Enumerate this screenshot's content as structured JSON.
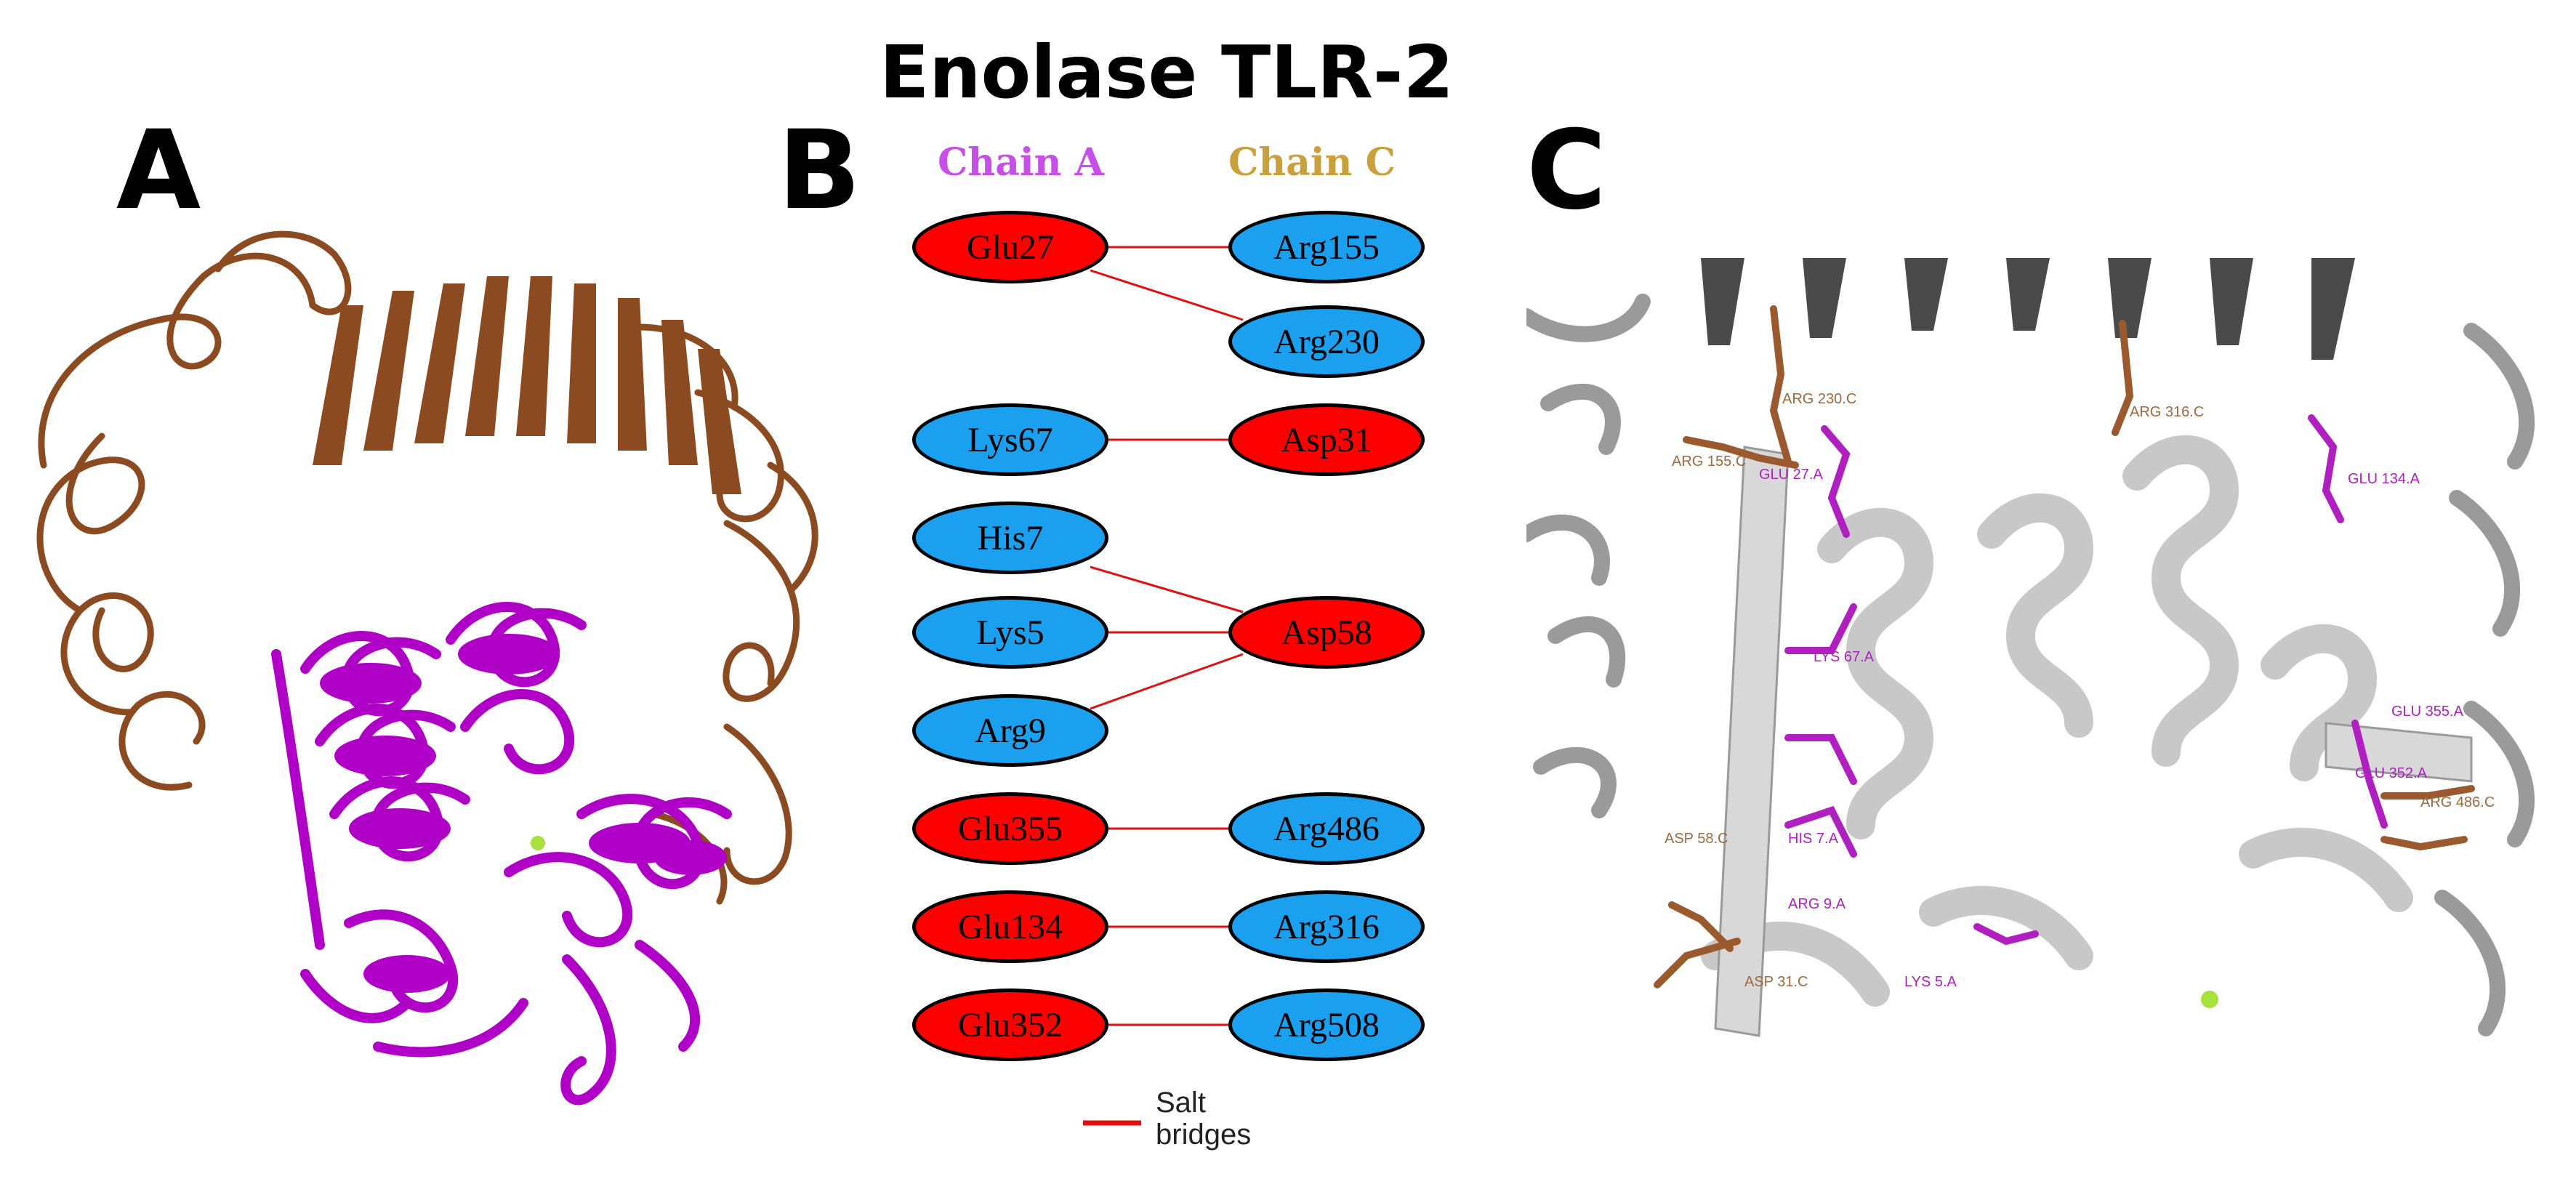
{
  "panels": {
    "a": {
      "letter": "A"
    },
    "b": {
      "letter": "B"
    },
    "c": {
      "letter": "C"
    }
  },
  "diagram": {
    "left_header": "Enolase",
    "right_header": "TLR-2",
    "left_chain": {
      "label": "Chain A",
      "color": "#c84ee8"
    },
    "right_chain": {
      "label": "Chain C",
      "color": "#c9a03a"
    },
    "left_nodes": [
      {
        "label": "Glu27",
        "type": "acid"
      },
      {
        "label": "Lys67",
        "type": "base"
      },
      {
        "label": "His7",
        "type": "base"
      },
      {
        "label": "Lys5",
        "type": "base"
      },
      {
        "label": "Arg9",
        "type": "base"
      },
      {
        "label": "Glu355",
        "type": "acid"
      },
      {
        "label": "Glu134",
        "type": "acid"
      },
      {
        "label": "Glu352",
        "type": "acid"
      }
    ],
    "right_nodes": [
      {
        "label": "Arg155",
        "type": "base"
      },
      {
        "label": "Arg230",
        "type": "base"
      },
      {
        "label": "Asp31",
        "type": "acid"
      },
      {
        "label": "Asp58",
        "type": "acid"
      },
      {
        "label": "Arg486",
        "type": "base"
      },
      {
        "label": "Arg316",
        "type": "base"
      },
      {
        "label": "Arg508",
        "type": "base"
      }
    ],
    "bonds": [
      [
        "Glu27",
        "Arg155"
      ],
      [
        "Glu27",
        "Arg230"
      ],
      [
        "Lys67",
        "Asp31"
      ],
      [
        "His7",
        "Asp58"
      ],
      [
        "Lys5",
        "Asp58"
      ],
      [
        "Arg9",
        "Asp58"
      ],
      [
        "Glu355",
        "Arg486"
      ],
      [
        "Glu134",
        "Arg316"
      ],
      [
        "Glu352",
        "Arg508"
      ]
    ],
    "legend": {
      "line1": "Salt",
      "line2": "bridges",
      "color": "#e01010"
    },
    "colors": {
      "acid": "#ff0000",
      "base": "#1aa0ee"
    }
  },
  "structure_labels": [
    {
      "text": "ARG 230.C",
      "chain": "C"
    },
    {
      "text": "ARG 316.C",
      "chain": "C"
    },
    {
      "text": "ARG 155.C",
      "chain": "C"
    },
    {
      "text": "GLU 27.A",
      "chain": "A"
    },
    {
      "text": "GLU 134.A",
      "chain": "A"
    },
    {
      "text": "LYS 67.A",
      "chain": "A"
    },
    {
      "text": "GLU 355.A",
      "chain": "A"
    },
    {
      "text": "GLU 352.A",
      "chain": "A"
    },
    {
      "text": "ASP 58.C",
      "chain": "C"
    },
    {
      "text": "HIS 7.A",
      "chain": "A"
    },
    {
      "text": "ARG 9.A",
      "chain": "A"
    },
    {
      "text": "ASP 31.C",
      "chain": "C"
    },
    {
      "text": "LYS 5.A",
      "chain": "A"
    },
    {
      "text": "ARG 486.C",
      "chain": "C"
    }
  ],
  "structure_colors": {
    "tlr2": "#8b4a1f",
    "enolase": "#b000c8",
    "chain_c_label": "#9a6a40",
    "chain_a_label": "#b020c0"
  }
}
